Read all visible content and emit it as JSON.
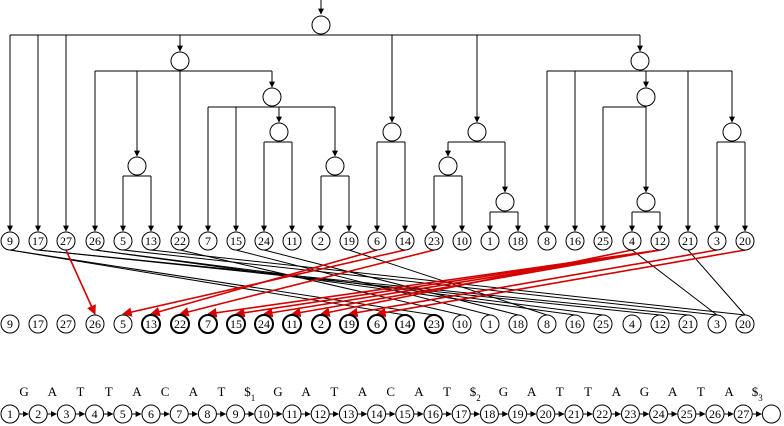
{
  "leaf_labels": [
    "9",
    "17",
    "27",
    "26",
    "5",
    "13",
    "22",
    "7",
    "15",
    "24",
    "11",
    "2",
    "19",
    "6",
    "14",
    "23",
    "10",
    "1",
    "18",
    "8",
    "16",
    "25",
    "4",
    "12",
    "21",
    "3",
    "20"
  ],
  "sorted_labels": [
    "9",
    "17",
    "27",
    "26",
    "5",
    "13",
    "22",
    "7",
    "15",
    "24",
    "11",
    "2",
    "19",
    "6",
    "14",
    "23",
    "10",
    "1",
    "18",
    "8",
    "16",
    "25",
    "4",
    "12",
    "21",
    "3",
    "20"
  ],
  "bold_sorted": [
    "13",
    "22",
    "7",
    "15",
    "24",
    "11",
    "2",
    "19",
    "6",
    "14",
    "23"
  ],
  "sequence": {
    "letters": [
      "G",
      "A",
      "T",
      "T",
      "A",
      "C",
      "A",
      "T",
      "$1",
      "G",
      "A",
      "T",
      "A",
      "C",
      "A",
      "T",
      "$2",
      "G",
      "A",
      "T",
      "T",
      "A",
      "G",
      "A",
      "T",
      "A",
      "$3"
    ],
    "numbers": [
      "1",
      "2",
      "3",
      "4",
      "5",
      "6",
      "7",
      "8",
      "9",
      "10",
      "11",
      "12",
      "13",
      "14",
      "15",
      "16",
      "17",
      "18",
      "19",
      "20",
      "21",
      "22",
      "23",
      "24",
      "25",
      "26",
      "27",
      ""
    ]
  },
  "tree": {
    "internal_nodes": [
      {
        "id": "root",
        "children": [
          "L9",
          "L17",
          "L27",
          "nA",
          "L_10grp",
          "nF",
          "nK"
        ],
        "sub": "nA"
      },
      {
        "id": "nA",
        "children": [
          "L26",
          "nB",
          "L22",
          "nC"
        ]
      },
      {
        "id": "nB",
        "children": [
          "L5",
          "L13"
        ]
      },
      {
        "id": "nC",
        "children": [
          "L7",
          "L15",
          "nD",
          "nE"
        ]
      },
      {
        "id": "nD",
        "children": [
          "L24",
          "L11"
        ]
      },
      {
        "id": "nE",
        "children": [
          "L2",
          "L19"
        ]
      },
      {
        "id": "nF2",
        "children": [
          "L6",
          "L14"
        ]
      },
      {
        "id": "nG",
        "children": [
          "nH",
          "nI"
        ]
      },
      {
        "id": "nH",
        "children": [
          "L23",
          "L10"
        ]
      },
      {
        "id": "nI",
        "children": [
          "L1",
          "L18"
        ]
      },
      {
        "id": "nK",
        "children": [
          "L8",
          "L16",
          "nL",
          "L21",
          "nN"
        ]
      },
      {
        "id": "nL",
        "children": [
          "L25",
          "nM"
        ]
      },
      {
        "id": "nM",
        "children": [
          "L4",
          "L12"
        ]
      },
      {
        "id": "nN",
        "children": [
          "L3",
          "L20"
        ]
      }
    ]
  },
  "red_links": [
    [
      "27",
      "26"
    ],
    [
      "14",
      "5"
    ],
    [
      "6",
      "13"
    ],
    [
      "23",
      "22"
    ],
    [
      "12",
      "7"
    ],
    [
      "12",
      "15"
    ],
    [
      "12",
      "24"
    ],
    [
      "12",
      "11"
    ],
    [
      "4",
      "2"
    ],
    [
      "3",
      "19"
    ],
    [
      "20",
      "6"
    ]
  ],
  "black_links": [
    [
      "9",
      "14"
    ],
    [
      "9",
      "23"
    ],
    [
      "17",
      "12"
    ],
    [
      "17",
      "21"
    ],
    [
      "26",
      "16"
    ],
    [
      "26",
      "25"
    ],
    [
      "5",
      "3"
    ],
    [
      "13",
      "20"
    ],
    [
      "22",
      "10"
    ],
    [
      "15",
      "1"
    ],
    [
      "24",
      "18"
    ],
    [
      "19",
      "8"
    ],
    [
      "4",
      "3"
    ],
    [
      "21",
      "20"
    ]
  ],
  "colors": {
    "red": "#d40000",
    "black": "#000000"
  }
}
